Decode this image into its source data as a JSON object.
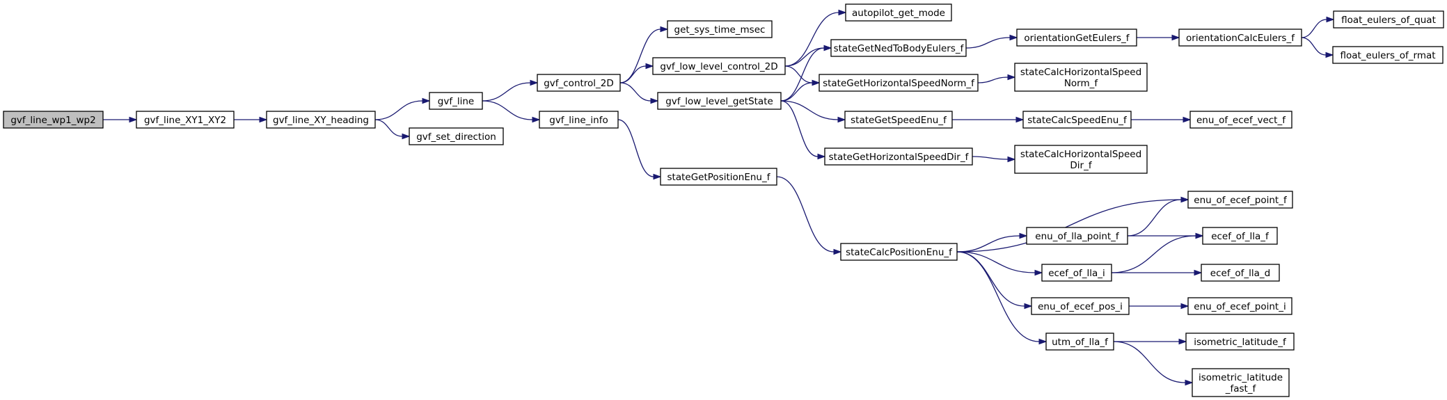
{
  "colors": {
    "edge": "#191970",
    "root_fill": "#bfbfbf",
    "node_fill": "#ffffff",
    "node_border": "#000000"
  },
  "nodes": [
    {
      "id": "gvf_line_wp1_wp2",
      "lines": [
        "gvf_line_wp1_wp2"
      ],
      "highlighted": true
    },
    {
      "id": "gvf_line_XY1_XY2",
      "lines": [
        "gvf_line_XY1_XY2"
      ]
    },
    {
      "id": "gvf_line_XY_heading",
      "lines": [
        "gvf_line_XY_heading"
      ]
    },
    {
      "id": "gvf_line",
      "lines": [
        "gvf_line"
      ]
    },
    {
      "id": "gvf_set_direction",
      "lines": [
        "gvf_set_direction"
      ]
    },
    {
      "id": "gvf_control_2D",
      "lines": [
        "gvf_control_2D"
      ]
    },
    {
      "id": "gvf_line_info",
      "lines": [
        "gvf_line_info"
      ]
    },
    {
      "id": "get_sys_time_msec",
      "lines": [
        "get_sys_time_msec"
      ]
    },
    {
      "id": "gvf_low_level_control_2D",
      "lines": [
        "gvf_low_level_control_2D"
      ]
    },
    {
      "id": "gvf_low_level_getState",
      "lines": [
        "gvf_low_level_getState"
      ]
    },
    {
      "id": "stateGetPositionEnu_f",
      "lines": [
        "stateGetPositionEnu_f"
      ]
    },
    {
      "id": "autopilot_get_mode",
      "lines": [
        "autopilot_get_mode"
      ]
    },
    {
      "id": "stateGetNedToBodyEulers_f",
      "lines": [
        "stateGetNedToBodyEulers_f"
      ]
    },
    {
      "id": "stateGetHorizontalSpeedNorm_f",
      "lines": [
        "stateGetHorizontalSpeedNorm_f"
      ]
    },
    {
      "id": "stateGetSpeedEnu_f",
      "lines": [
        "stateGetSpeedEnu_f"
      ]
    },
    {
      "id": "stateGetHorizontalSpeedDir_f",
      "lines": [
        "stateGetHorizontalSpeedDir_f"
      ]
    },
    {
      "id": "stateCalcPositionEnu_f",
      "lines": [
        "stateCalcPositionEnu_f"
      ]
    },
    {
      "id": "orientationGetEulers_f",
      "lines": [
        "orientationGetEulers_f"
      ]
    },
    {
      "id": "stateCalcHorizontalSpeedNorm_f",
      "lines": [
        "stateCalcHorizontalSpeed",
        "Norm_f"
      ]
    },
    {
      "id": "stateCalcSpeedEnu_f",
      "lines": [
        "stateCalcSpeedEnu_f"
      ]
    },
    {
      "id": "stateCalcHorizontalSpeedDir_f",
      "lines": [
        "stateCalcHorizontalSpeed",
        "Dir_f"
      ]
    },
    {
      "id": "enu_of_lla_point_f",
      "lines": [
        "enu_of_lla_point_f"
      ]
    },
    {
      "id": "ecef_of_lla_i",
      "lines": [
        "ecef_of_lla_i"
      ]
    },
    {
      "id": "enu_of_ecef_pos_i",
      "lines": [
        "enu_of_ecef_pos_i"
      ]
    },
    {
      "id": "utm_of_lla_f",
      "lines": [
        "utm_of_lla_f"
      ]
    },
    {
      "id": "orientationCalcEulers_f",
      "lines": [
        "orientationCalcEulers_f"
      ]
    },
    {
      "id": "enu_of_ecef_vect_f",
      "lines": [
        "enu_of_ecef_vect_f"
      ]
    },
    {
      "id": "enu_of_ecef_point_f",
      "lines": [
        "enu_of_ecef_point_f"
      ]
    },
    {
      "id": "ecef_of_lla_f",
      "lines": [
        "ecef_of_lla_f"
      ]
    },
    {
      "id": "ecef_of_lla_d",
      "lines": [
        "ecef_of_lla_d"
      ]
    },
    {
      "id": "enu_of_ecef_point_i",
      "lines": [
        "enu_of_ecef_point_i"
      ]
    },
    {
      "id": "isometric_latitude_f",
      "lines": [
        "isometric_latitude_f"
      ]
    },
    {
      "id": "isometric_latitude_fast_f",
      "lines": [
        "isometric_latitude",
        "_fast_f"
      ]
    },
    {
      "id": "float_eulers_of_quat",
      "lines": [
        "float_eulers_of_quat"
      ]
    },
    {
      "id": "float_eulers_of_rmat",
      "lines": [
        "float_eulers_of_rmat"
      ]
    }
  ],
  "edges": [
    [
      "gvf_line_wp1_wp2",
      "gvf_line_XY1_XY2"
    ],
    [
      "gvf_line_XY1_XY2",
      "gvf_line_XY_heading"
    ],
    [
      "gvf_line_XY_heading",
      "gvf_line"
    ],
    [
      "gvf_line_XY_heading",
      "gvf_set_direction"
    ],
    [
      "gvf_line",
      "gvf_control_2D"
    ],
    [
      "gvf_line",
      "gvf_line_info"
    ],
    [
      "gvf_control_2D",
      "get_sys_time_msec"
    ],
    [
      "gvf_control_2D",
      "gvf_low_level_control_2D"
    ],
    [
      "gvf_control_2D",
      "gvf_low_level_getState"
    ],
    [
      "gvf_line_info",
      "stateGetPositionEnu_f"
    ],
    [
      "gvf_low_level_control_2D",
      "autopilot_get_mode"
    ],
    [
      "gvf_low_level_control_2D",
      "stateGetNedToBodyEulers_f"
    ],
    [
      "gvf_low_level_control_2D",
      "stateGetHorizontalSpeedNorm_f"
    ],
    [
      "gvf_low_level_getState",
      "stateGetNedToBodyEulers_f"
    ],
    [
      "gvf_low_level_getState",
      "stateGetHorizontalSpeedNorm_f"
    ],
    [
      "gvf_low_level_getState",
      "stateGetSpeedEnu_f"
    ],
    [
      "gvf_low_level_getState",
      "stateGetHorizontalSpeedDir_f"
    ],
    [
      "stateGetPositionEnu_f",
      "stateCalcPositionEnu_f"
    ],
    [
      "stateGetNedToBodyEulers_f",
      "orientationGetEulers_f"
    ],
    [
      "stateGetHorizontalSpeedNorm_f",
      "stateCalcHorizontalSpeedNorm_f"
    ],
    [
      "stateGetSpeedEnu_f",
      "stateCalcSpeedEnu_f"
    ],
    [
      "stateGetHorizontalSpeedDir_f",
      "stateCalcHorizontalSpeedDir_f"
    ],
    [
      "stateCalcPositionEnu_f",
      "enu_of_ecef_point_f"
    ],
    [
      "stateCalcPositionEnu_f",
      "enu_of_lla_point_f"
    ],
    [
      "stateCalcPositionEnu_f",
      "ecef_of_lla_i"
    ],
    [
      "stateCalcPositionEnu_f",
      "enu_of_ecef_pos_i"
    ],
    [
      "stateCalcPositionEnu_f",
      "utm_of_lla_f"
    ],
    [
      "orientationGetEulers_f",
      "orientationCalcEulers_f"
    ],
    [
      "stateCalcSpeedEnu_f",
      "enu_of_ecef_vect_f"
    ],
    [
      "enu_of_lla_point_f",
      "enu_of_ecef_point_f"
    ],
    [
      "enu_of_lla_point_f",
      "ecef_of_lla_f"
    ],
    [
      "ecef_of_lla_i",
      "ecef_of_lla_f"
    ],
    [
      "ecef_of_lla_i",
      "ecef_of_lla_d"
    ],
    [
      "enu_of_ecef_pos_i",
      "enu_of_ecef_point_i"
    ],
    [
      "utm_of_lla_f",
      "isometric_latitude_f"
    ],
    [
      "utm_of_lla_f",
      "isometric_latitude_fast_f"
    ],
    [
      "orientationCalcEulers_f",
      "float_eulers_of_quat"
    ],
    [
      "orientationCalcEulers_f",
      "float_eulers_of_rmat"
    ]
  ]
}
